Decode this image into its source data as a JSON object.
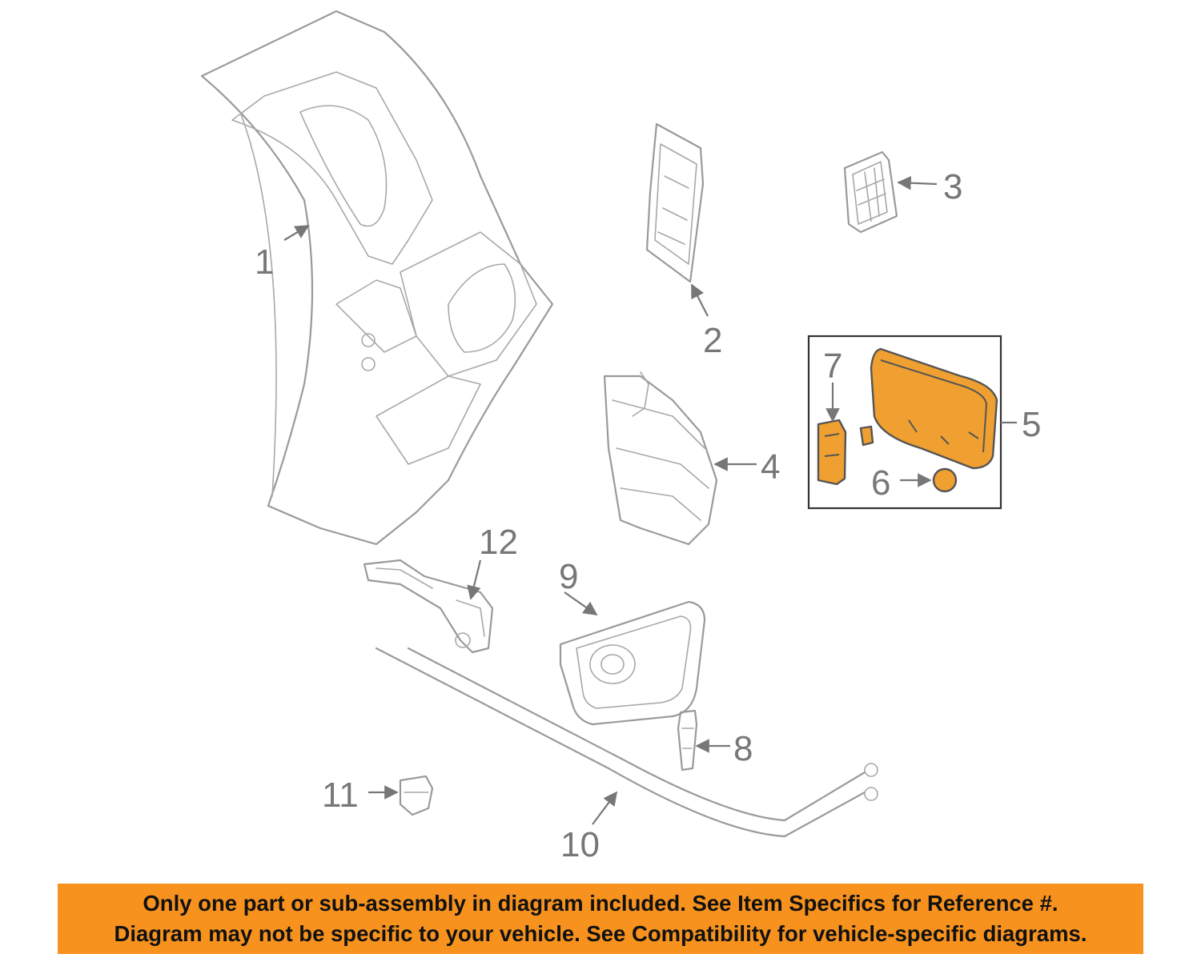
{
  "callouts": {
    "c1": "1",
    "c2": "2",
    "c3": "3",
    "c4": "4",
    "c5": "5",
    "c6": "6",
    "c7": "7",
    "c8": "8",
    "c9": "9",
    "c10": "10",
    "c11": "11",
    "c12": "12"
  },
  "parts": {
    "highlighted": [
      "5",
      "6",
      "7"
    ],
    "highlight_color": "#f0a030"
  },
  "banner": {
    "line1": "Only one part or sub-assembly in diagram included. See Item Specifics for Reference #.",
    "line2": "Diagram may not be specific to your vehicle. See Compatibility for vehicle-specific diagrams.",
    "background_color": "#f7921e"
  }
}
